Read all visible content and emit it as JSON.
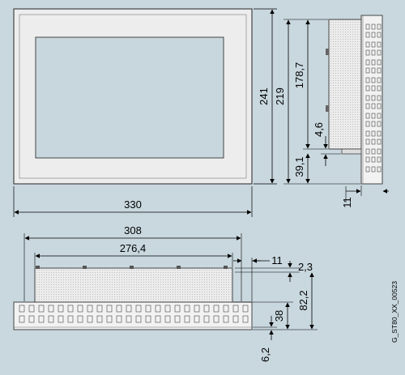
{
  "drawing_id": "G_ST80_XX_00523",
  "front_view": {
    "width": "330",
    "height": "241",
    "display_area_label": ""
  },
  "side_view": {
    "total_height": "219",
    "height_upper": "178,7",
    "gap": "4,6",
    "height_lower": "39,1",
    "depth": "11"
  },
  "bottom_view": {
    "overall_width": "308",
    "inner_width": "276,4",
    "offset": "11",
    "clearance": "2,3",
    "height": "82,2",
    "lower_height": "38",
    "bottom_offset": "6,2"
  }
}
